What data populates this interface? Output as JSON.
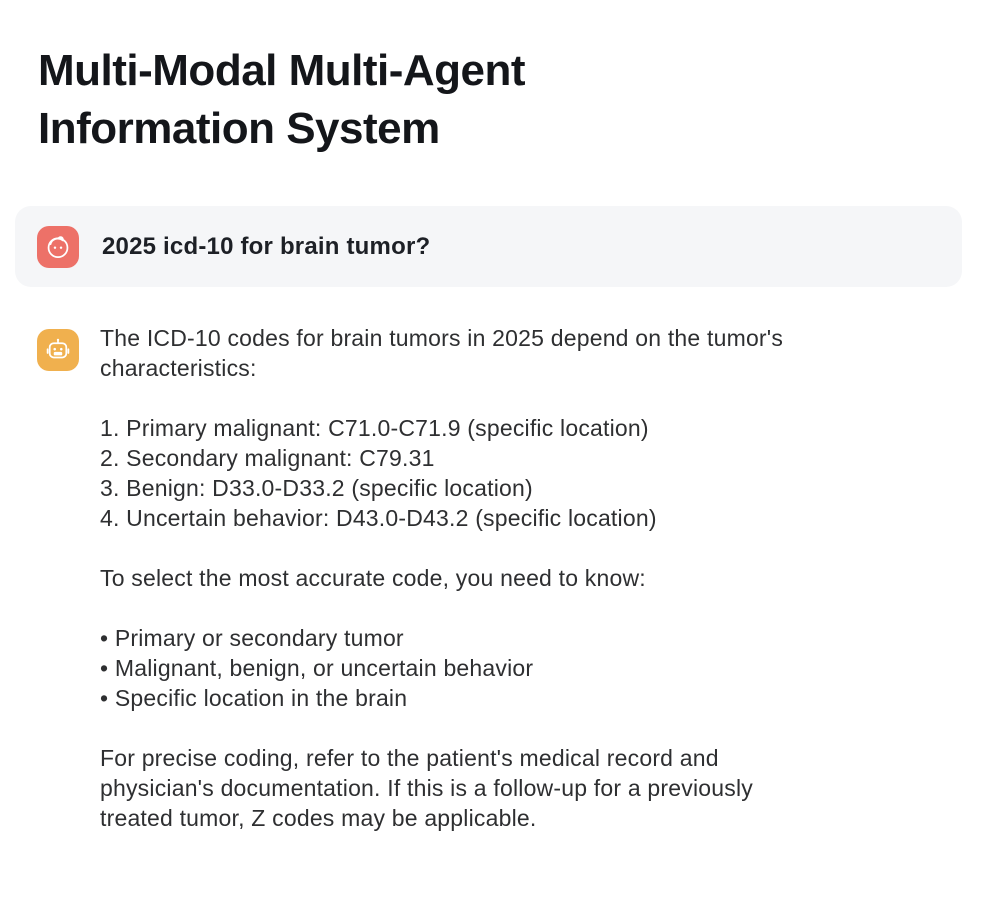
{
  "header": {
    "title": "Multi-Modal Multi-Agent Information System"
  },
  "user_message": {
    "icon": "user-face-icon",
    "text": "2025 icd-10 for brain tumor?"
  },
  "assistant_message": {
    "icon": "robot-icon",
    "paragraphs": [
      {
        "type": "paragraph",
        "lines": [
          "The ICD-10 codes for brain tumors in 2025 depend on the tumor's",
          "characteristics:"
        ]
      },
      {
        "type": "numbered_list",
        "lines": [
          "1. Primary malignant: C71.0-C71.9 (specific location)",
          "2. Secondary malignant: C79.31",
          "3. Benign: D33.0-D33.2 (specific location)",
          "4. Uncertain behavior: D43.0-D43.2 (specific location)"
        ]
      },
      {
        "type": "paragraph",
        "lines": [
          "To select the most accurate code, you need to know:"
        ]
      },
      {
        "type": "bullet_list",
        "lines": [
          "• Primary or secondary tumor",
          "• Malignant, benign, or uncertain behavior",
          "• Specific location in the brain"
        ]
      },
      {
        "type": "paragraph",
        "lines": [
          "For precise coding, refer to the patient's medical record and",
          "physician's documentation. If this is a follow-up for a previously",
          "treated tumor, Z codes may be applicable."
        ]
      }
    ]
  },
  "colors": {
    "page_bg": "#ffffff",
    "title_text": "#14161a",
    "question_text": "#1d2026",
    "body_text": "#2e2f31",
    "bubble_bg": "#f5f6f8",
    "user_avatar_bg": "#ed7168",
    "assistant_avatar_bg": "#f0b04e"
  }
}
